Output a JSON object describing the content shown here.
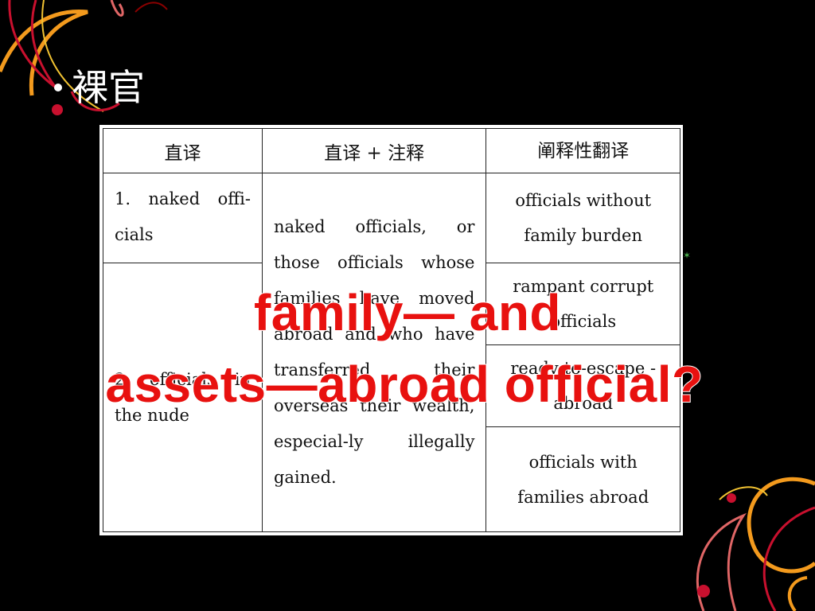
{
  "slide": {
    "bullet_text": "裸官",
    "overlay_line1": "family— and",
    "overlay_line2": "assets—abroad official?"
  },
  "table": {
    "headers": [
      "直译",
      "直译 + 注释",
      "阐释性翻译"
    ],
    "col1": [
      "1. naked offi-cials",
      "2. officials in the nude"
    ],
    "col2": "naked officials, or those officials whose families have moved abroad and who have transferred their overseas their wealth, especial-ly illegally gained.",
    "col3": [
      "officials without family burden",
      "rampant corrupt officials",
      "ready-to-escape -abroad",
      "officials with families abroad"
    ]
  },
  "colors": {
    "background": "#000000",
    "overlay_text": "#e8110f",
    "decor_orange": "#f39a1d",
    "decor_red": "#c8102e"
  }
}
